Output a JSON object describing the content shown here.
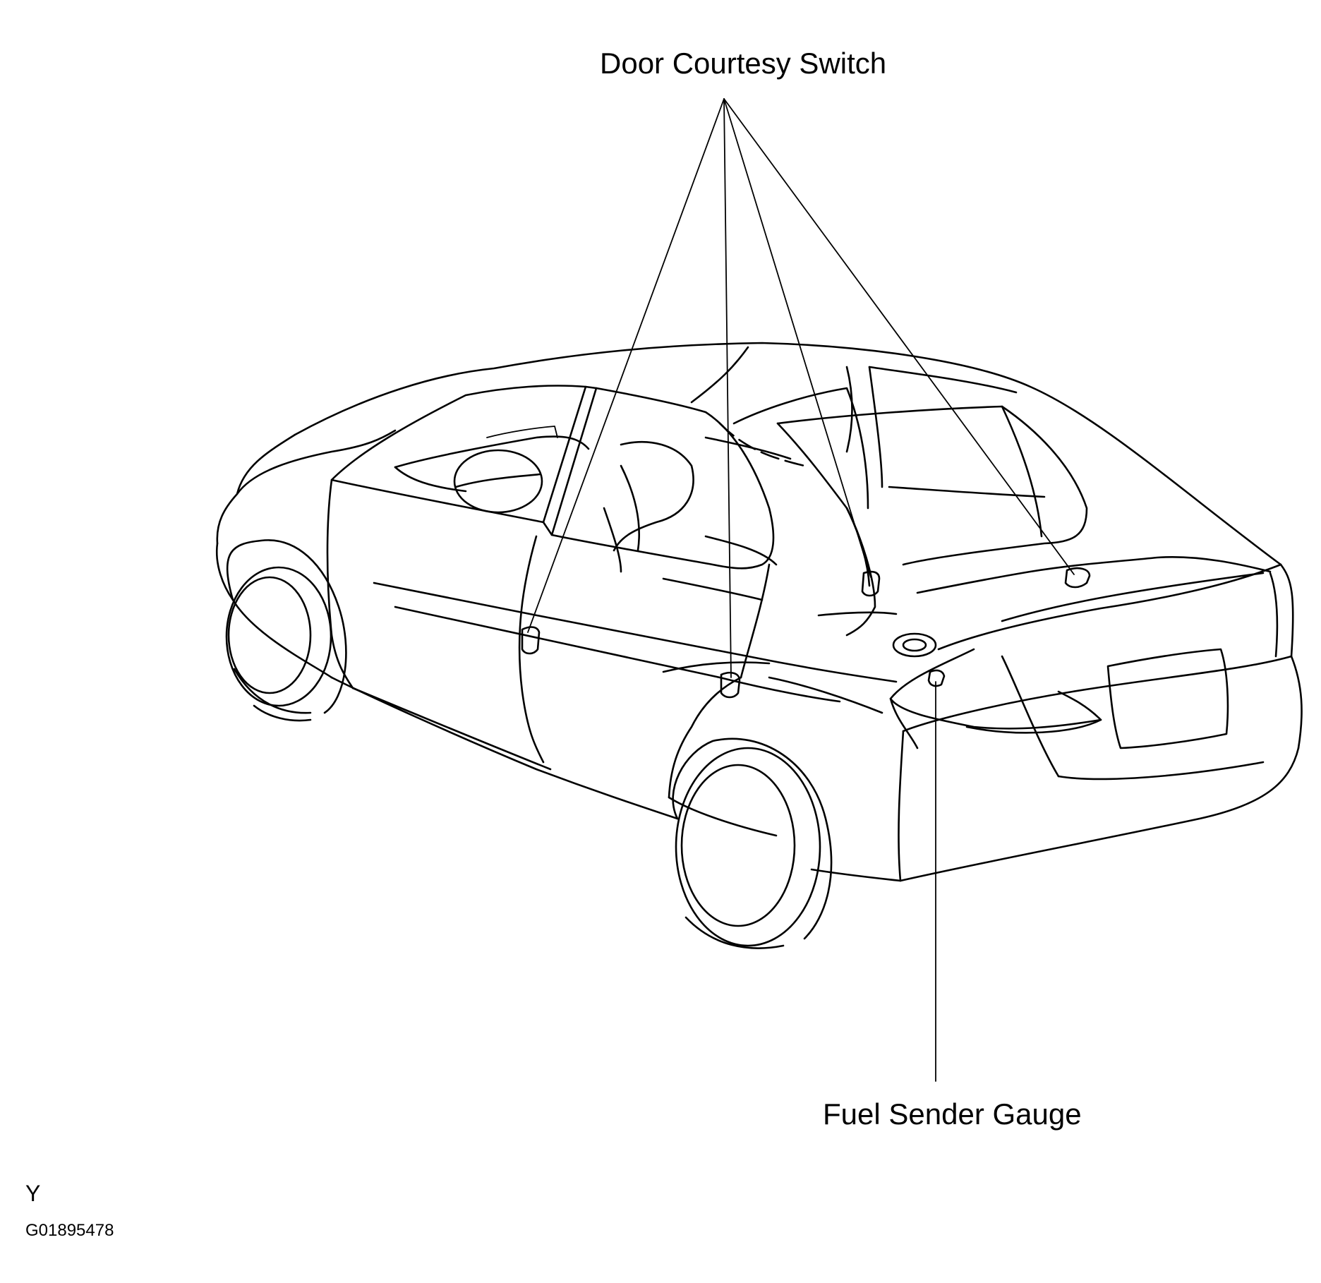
{
  "labels": {
    "door_courtesy_switch": "Door Courtesy Switch",
    "fuel_sender_gauge": "Fuel Sender Gauge"
  },
  "figure": {
    "view_letter": "Y",
    "code": "G01895478"
  }
}
